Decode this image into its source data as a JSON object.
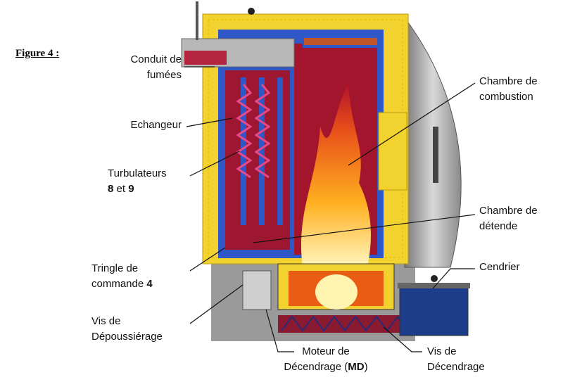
{
  "figure_label": "Figure 4 :",
  "labels": {
    "conduit": [
      "Conduit de",
      "fumées"
    ],
    "echangeur": "Echangeur",
    "turbulateurs": [
      "Turbulateurs",
      "8",
      "et",
      "9"
    ],
    "tringle": [
      "Tringle de",
      "commande",
      "4"
    ],
    "vis_depoussierage": [
      "Vis de",
      "Dépoussiérage"
    ],
    "moteur": [
      "Moteur de",
      "Décendrage (",
      "MD",
      ")"
    ],
    "vis_decendrage": [
      "Vis de",
      "Décendrage"
    ],
    "cendrier": "Cendrier",
    "chambre_detende": [
      "Chambre de",
      "détende"
    ],
    "chambre_combustion": [
      "Chambre de",
      "combustion"
    ]
  }
}
